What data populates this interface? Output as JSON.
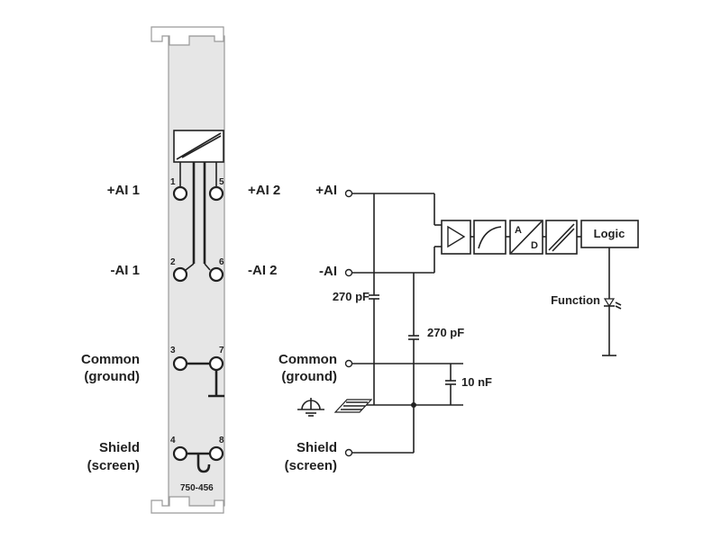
{
  "module": {
    "part_number": "750-456",
    "pin_numbers": [
      "1",
      "5",
      "2",
      "6",
      "3",
      "7",
      "4",
      "8"
    ]
  },
  "left_labels": {
    "ai1_plus": "+AI 1",
    "ai2_plus": "+AI 2",
    "ai1_minus": "-AI 1",
    "ai2_minus": "-AI 2",
    "common_line1": "Common",
    "common_line2": "(ground)",
    "shield_line1": "Shield",
    "shield_line2": "(screen)"
  },
  "right_labels": {
    "ai_plus": "+AI",
    "ai_minus": "-AI",
    "common_line1": "Common",
    "common_line2": "(ground)",
    "shield_line1": "Shield",
    "shield_line2": "(screen)"
  },
  "components": {
    "cap1": "270 pF",
    "cap2": "270 pF",
    "cap3": "10 nF",
    "adc_a": "A",
    "adc_d": "D",
    "logic": "Logic",
    "function_led": "Function"
  },
  "icons": [
    "ground-symbol-icon",
    "din-rail-icon",
    "amplifier-icon",
    "filter-icon",
    "ad-converter-icon",
    "isolation-icon",
    "led-icon"
  ]
}
